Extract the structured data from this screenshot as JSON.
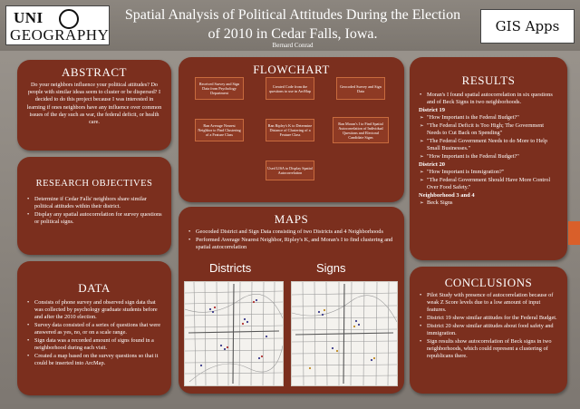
{
  "header": {
    "logo_top": "UNI",
    "logo_bottom": "GEOGRAPHY",
    "title_line1": "Spatial Analysis of Political Attitudes During the Election",
    "title_line2": "of 2010 in Cedar Falls, Iowa.",
    "author": "Bernard Conrad",
    "badge": "GIS Apps"
  },
  "abstract": {
    "heading": "ABSTRACT",
    "text": "Do your neighbors influence your political attitudes? Do people with similar ideas seem to cluster or be dispersed? I decided to do this project because I was interested in learning if ones neighbors have any influence over common issues of the day such as war, the federal deficit, or health care."
  },
  "research": {
    "heading": "RESEARCH OBJECTIVES",
    "items": [
      "Determine if Cedar Falls' neighbors share similar political attitudes within their district.",
      "Display any spatial autocorrelation for survey questions or political signs."
    ]
  },
  "data_panel": {
    "heading": "DATA",
    "items": [
      "Consists of phone survey and observed sign data that was collected by psychology graduate students before and after the 2010 election.",
      "Survey data consisted of a series of questions that were answered as yes, no, or on a scale range.",
      "Sign data was a recorded amount of signs found in a neighborhood during each visit.",
      "Created a map based on the survey questions so that it could be inserted into ArcMap."
    ]
  },
  "flowchart": {
    "heading": "FLOWCHART",
    "boxes": [
      "Received Survey and Sign Data from Psychology Department",
      "Created Code from the questions to use in ArcMap",
      "Geocoded Survey and Sign Data",
      "Ran Average Nearest Neighbor to Find Clustering of a Feature Class",
      "Ran Ripley's K to Determine Distance of Clustering of a Feature Class",
      "Ran Moran's I to Find Spatial Autocorrelation of Individual Questions and Electoral Candidate Signs",
      "Used LISA to Display Spatial Autocorrelation"
    ]
  },
  "maps": {
    "heading": "MAPS",
    "items": [
      "Geocoded District and Sign Data consisting of two Districts and 4 Neighborhoods",
      "Performed Average Nearest Neighbor, Ripley's K, and Moran's I to find clustering and spatial autocorrelation"
    ],
    "label_left": "Districts",
    "label_right": "Signs"
  },
  "results": {
    "heading": "RESULTS",
    "intro": "Moran's I found spatial autocorrelation in six questions and of Beck Signs in two neighborhoods.",
    "district19_label": "District 19",
    "district19_items": [
      "\"How Important is the Federal Budget?\"",
      "\"The Federal Deficit is Too High; The Government Needs to Cut Back on Spending\"",
      "\"The Federal Government Needs to do More to Help Small Businesses.\"",
      "\"How Important is the Federal Budget?\""
    ],
    "district20_label": "District 20",
    "district20_items": [
      "\"How Important is Immigration?\"",
      "\"The Federal Government Should Have More Control Over Food Safety.\""
    ],
    "neighborhood_label": "Neighborhood 3 and 4",
    "neighborhood_items": [
      "Beck Signs"
    ]
  },
  "conclusions": {
    "heading": "CONCLUSIONS",
    "items": [
      "Pilot Study with presence of autocorrelation because of weak Z Score levels due to a low amount of input features.",
      "District 19 show similar attitudes for the Federal Budget.",
      "District 20 show similar attitudes about food safety and immigration.",
      "Sign results show autocorrelation of Beck signs in two neighborhoods, which could represent a clustering of republicans there."
    ]
  },
  "colors": {
    "panel": "#7b2f1e",
    "background": "#8a847d",
    "accent": "#d95f2a"
  }
}
